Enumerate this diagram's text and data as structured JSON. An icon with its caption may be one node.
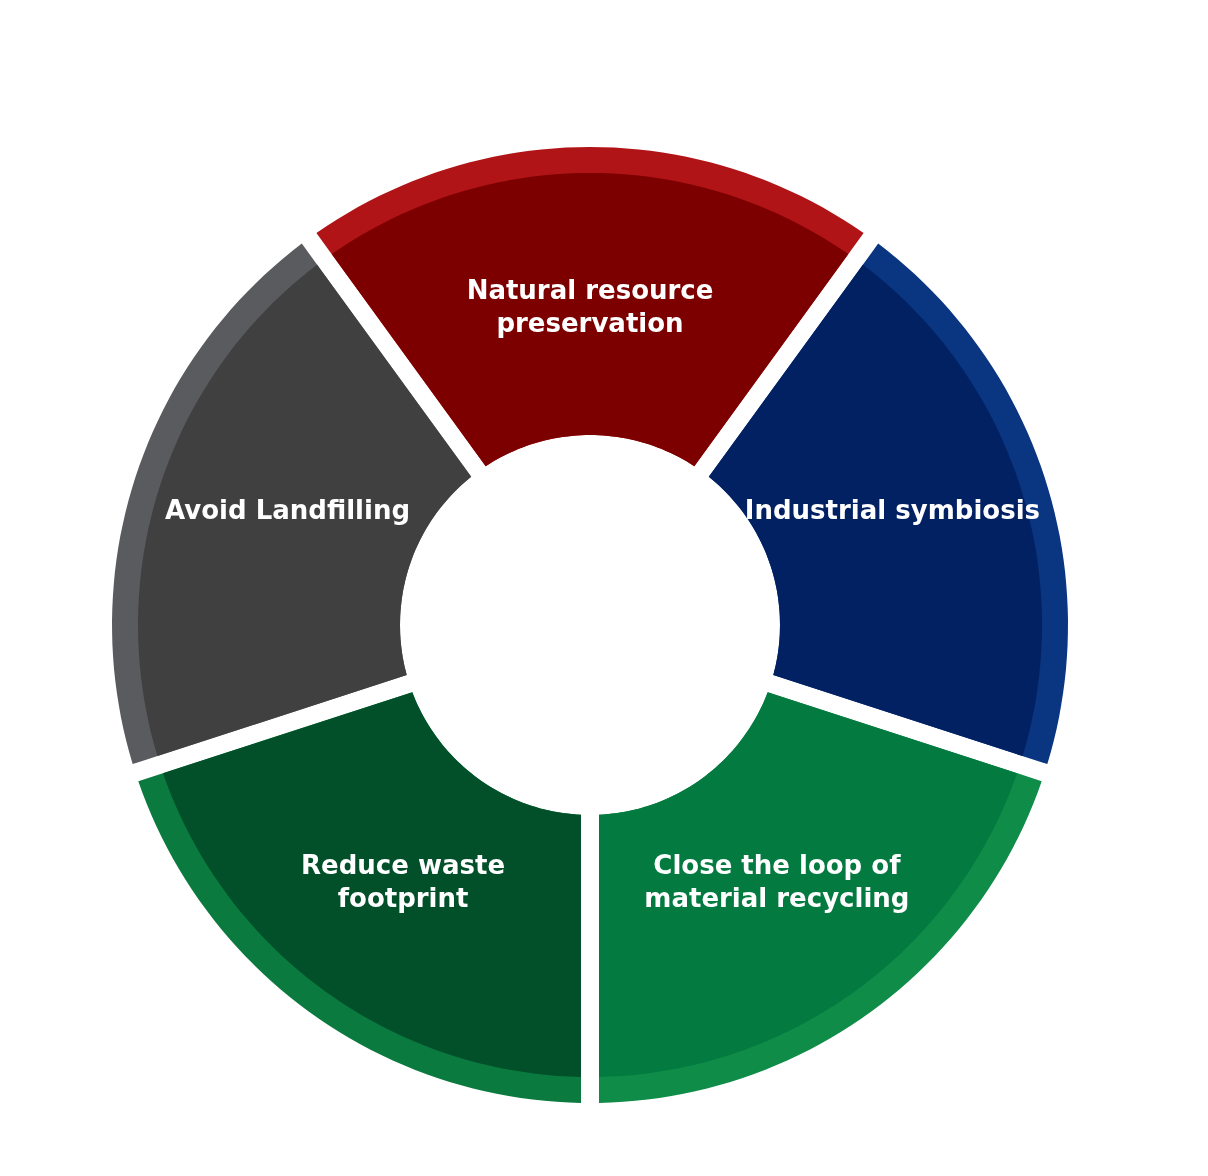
{
  "diagram": {
    "nodes": [
      {
        "text": [
          "Natural resource preservation"
        ]
      },
      {
        "text": [
          "Industrial symbiosis"
        ]
      },
      {
        "text": [
          "Close the loop of material recycling"
        ]
      },
      {
        "text": [
          "Reduce waste footprint"
        ]
      },
      {
        "text": [
          "Avoid Landfilling"
        ]
      }
    ]
  }
}
